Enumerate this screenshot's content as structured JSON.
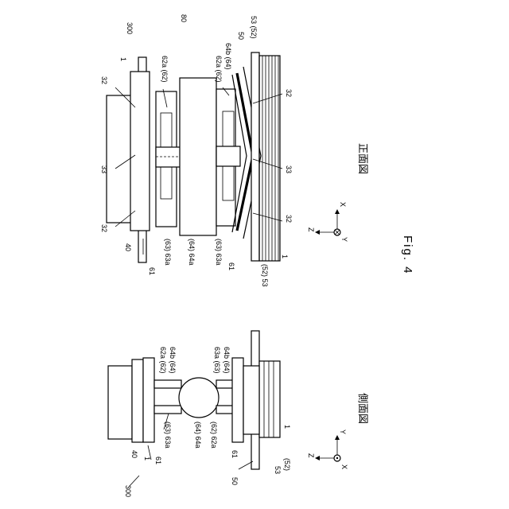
{
  "figure": {
    "caption": "Fig. 4",
    "front_view_title": "正面図",
    "side_view_title": "側面図"
  },
  "front": {
    "ref_system": "80",
    "ref_assembly": "300",
    "labels": {
      "l1_top": "1",
      "l32_a": "32",
      "l33": "33",
      "l32_b": "32",
      "l40": "40",
      "l61": "61",
      "l63_63a": "(63) 63a",
      "l64_64a": "(64) 64a",
      "l63_63a_b": "(63) 63a",
      "l61_b": "61",
      "l52_53": "(52) 53",
      "l1_bottom": "1",
      "l62a_62": "62a (62)",
      "l62a_62_b": "62a (62)",
      "l64b_64": "64b (64)",
      "l50": "50",
      "l53_52": "53 (52)",
      "l32_r1": "32",
      "l33_r": "33",
      "l32_r2": "32"
    },
    "axes": {
      "z": "Z",
      "x": "X",
      "y": "Y"
    }
  },
  "side": {
    "ref_assembly": "300",
    "labels": {
      "l40": "40",
      "l1": "1",
      "l61": "61",
      "l63_63a": "(63) 63a",
      "l64_64a": "(64) 64a",
      "l62_62a": "(62) 62a",
      "l61_b": "61",
      "l62a_62": "62a (62)",
      "l64b_64": "64b (64)",
      "l63a_63": "63a (63)",
      "l64b_64_b": "64b (64)",
      "l50": "50",
      "l53": "53",
      "l52": "(52)",
      "l1_b": "1"
    },
    "axes": {
      "z": "Z",
      "y": "Y",
      "x": "X"
    }
  }
}
